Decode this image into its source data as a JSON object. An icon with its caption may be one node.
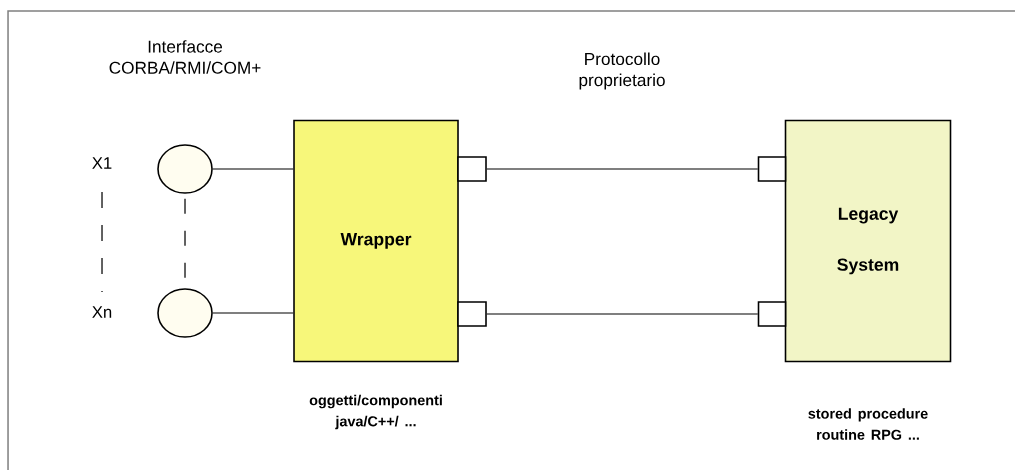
{
  "diagram": {
    "nodes": [
      {
        "text": [],
        "shape": "circle",
        "beside": [
          "X1"
        ]
      },
      {
        "text": [],
        "shape": "circle",
        "beside": [
          "Xn"
        ]
      },
      {
        "text": [
          "Wrapper"
        ],
        "beside": [
          "oggetti/componenti java/C++/ ..."
        ]
      },
      {
        "text": [
          "Legacy System"
        ],
        "beside": [
          "stored procedure routine RPG ..."
        ]
      },
      {
        "text": [],
        "shape": "box"
      },
      {
        "text": [],
        "shape": "box"
      },
      {
        "text": [],
        "shape": "box"
      },
      {
        "text": [],
        "shape": "box"
      }
    ],
    "edges": [
      {
        "from": 0,
        "to": 2,
        "arrow": "none"
      },
      {
        "from": 1,
        "to": 2,
        "arrow": "none"
      },
      {
        "from": 0,
        "to": 1,
        "arrow": "none",
        "style": "dashed"
      },
      {
        "from": 4,
        "to": 6,
        "arrow": "none"
      },
      {
        "from": 5,
        "to": 7,
        "arrow": "none"
      }
    ],
    "labels": [
      "Interfacce CORBA/RMI/COM+",
      "Protocollo proprietario"
    ]
  }
}
